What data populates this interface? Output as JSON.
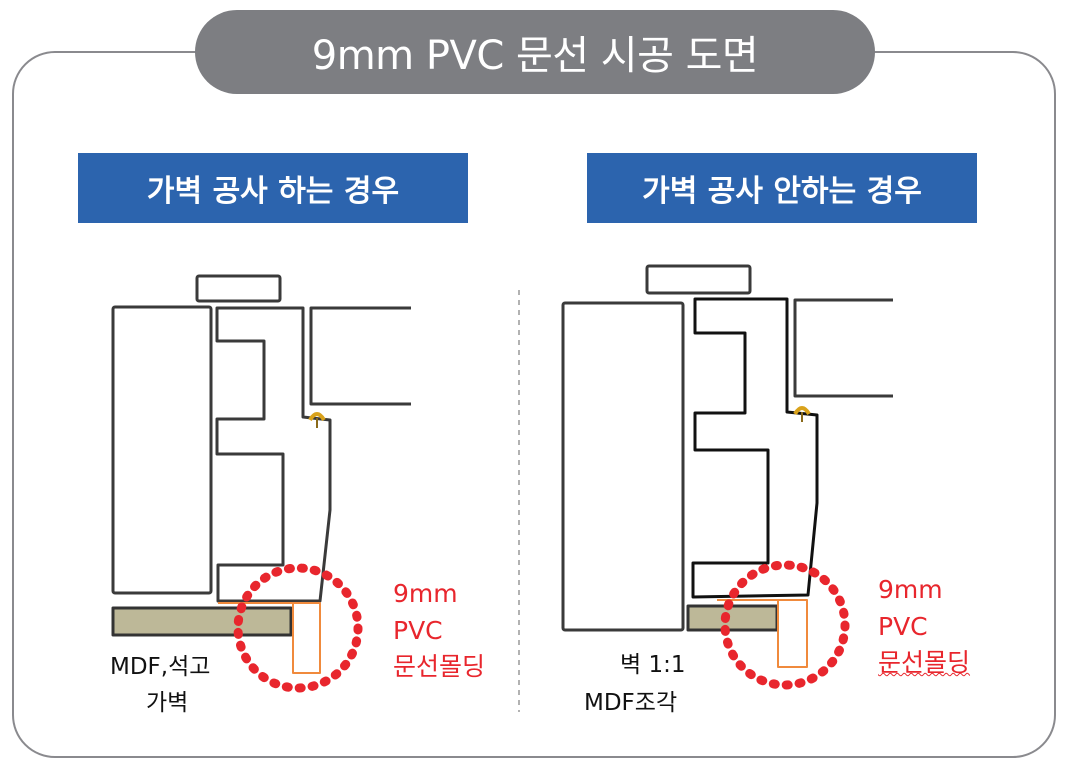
{
  "title": "9mm PVC 문선 시공 도면",
  "panels": [
    {
      "heading": "가벽 공사 하는 경우",
      "wall_label_line1": "MDF,석고",
      "wall_label_line2": "가벽",
      "molding_label": [
        "9mm",
        "PVC",
        "문선몰딩"
      ]
    },
    {
      "heading": "가벽 공사 안하는 경우",
      "wall_label_line1": "벽 1:1",
      "wall_label_line2": "MDF조각",
      "molding_label": [
        "9mm",
        "PVC",
        "문선몰딩"
      ]
    }
  ],
  "colors": {
    "title_bg": "#7d7e82",
    "heading_bg": "#2c64ae",
    "highlight": "#e8262d",
    "molding": "#f08a3c",
    "mdf": "#bdb898",
    "hinge": "#d9a21b"
  }
}
